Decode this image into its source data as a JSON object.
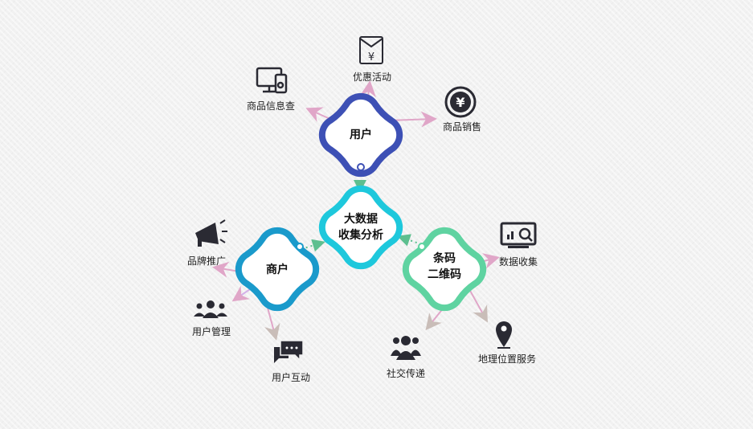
{
  "nodes": {
    "user": "用户",
    "bigdata_1": "大数据",
    "bigdata_2": "收集分析",
    "merchant": "商户",
    "barcode_1": "条码",
    "barcode_2": "二维码"
  },
  "colors": {
    "user": "#3d50b5",
    "bigdata": "#1ec8dc",
    "merchant": "#1a9acb",
    "barcode": "#5fd3a1"
  },
  "leaves": {
    "product_query": "商品信息查",
    "promotion": "优惠活动",
    "product_sales": "商品销售",
    "brand": "品牌推广",
    "user_mgmt": "用户管理",
    "user_interact": "用户互动",
    "data_collect": "数据收集",
    "social": "社交传递",
    "geo": "地理位置服务"
  }
}
